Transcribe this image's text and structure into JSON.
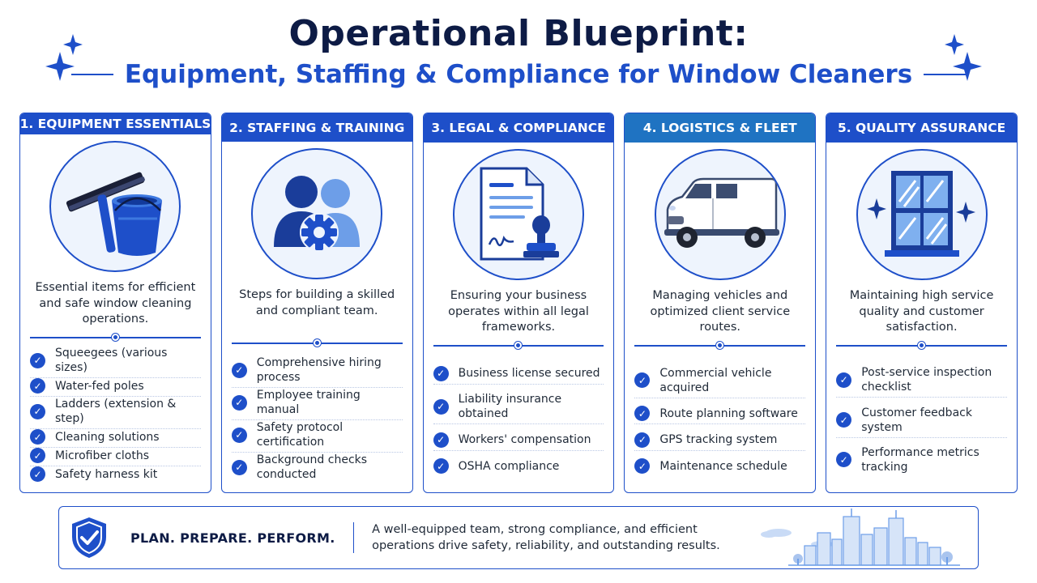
{
  "header": {
    "title": "Operational Blueprint:",
    "subtitle": "Equipment, Staffing & Compliance for Window Cleaners"
  },
  "colors": {
    "primary": "#1e4fc9",
    "navy": "#0d1b45",
    "light": "#eef4fd"
  },
  "cards": [
    {
      "title": "1. EQUIPMENT ESSENTIALS",
      "icon": "squeegee-bucket-icon",
      "description": "Essential items for efficient and safe window cleaning operations.",
      "items": [
        "Squeegees (various sizes)",
        "Water-fed poles",
        "Ladders (extension & step)",
        "Cleaning solutions",
        "Microfiber cloths",
        "Safety harness kit"
      ]
    },
    {
      "title": "2. STAFFING & TRAINING",
      "icon": "team-gear-icon",
      "description": "Steps for building a skilled and compliant team.",
      "items": [
        "Comprehensive hiring process",
        "Employee training manual",
        "Safety protocol certification",
        "Background checks conducted"
      ]
    },
    {
      "title": "3. LEGAL & COMPLIANCE",
      "icon": "document-stamp-icon",
      "description": "Ensuring your business operates within all legal frameworks.",
      "items": [
        "Business license secured",
        "Liability insurance obtained",
        "Workers' compensation",
        "OSHA compliance"
      ]
    },
    {
      "title": "4. LOGISTICS & FLEET",
      "icon": "van-icon",
      "description": "Managing vehicles and optimized client service routes.",
      "items": [
        "Commercial vehicle acquired",
        "Route planning software",
        "GPS tracking system",
        "Maintenance schedule"
      ]
    },
    {
      "title": "5. QUALITY ASSURANCE",
      "icon": "sparkling-window-icon",
      "description": "Maintaining high service quality and customer satisfaction.",
      "items": [
        "Post-service inspection checklist",
        "Customer feedback system",
        "Performance metrics tracking"
      ]
    }
  ],
  "footer": {
    "icon": "shield-check-icon",
    "tagline": "PLAN. PREPARE. PERFORM.",
    "text": "A well-equipped team, strong compliance, and efficient operations drive safety, reliability, and outstanding results.",
    "illustration": "city-skyline-icon"
  }
}
